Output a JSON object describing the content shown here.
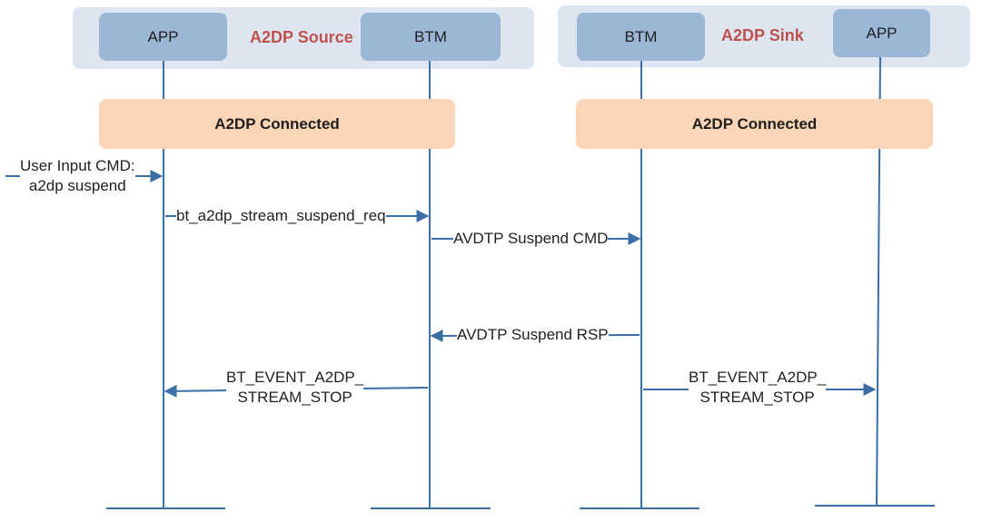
{
  "source": {
    "title": "A2DP Source",
    "app_label": "APP",
    "btm_label": "BTM",
    "state": "A2DP Connected"
  },
  "sink": {
    "title": "A2DP Sink",
    "btm_label": "BTM",
    "app_label": "APP",
    "state": "A2DP Connected"
  },
  "messages": {
    "user_input_line1": "User Input CMD:",
    "user_input_line2": "a2dp suspend",
    "suspend_req": "bt_a2dp_stream_suspend_req",
    "avdtp_cmd": "AVDTP Suspend CMD",
    "avdtp_rsp": "AVDTP Suspend RSP",
    "event_src_line1": "BT_EVENT_A2DP_",
    "event_src_line2": "STREAM_STOP",
    "event_sink_line1": "BT_EVENT_A2DP_",
    "event_sink_line2": "STREAM_STOP"
  },
  "colors": {
    "lifeline": "#3a6ea5",
    "entity_fill": "#9bb7d5",
    "group_fill": "#dde6f0",
    "state_fill": "#fbd5b5",
    "title_red": "#c0504d"
  }
}
